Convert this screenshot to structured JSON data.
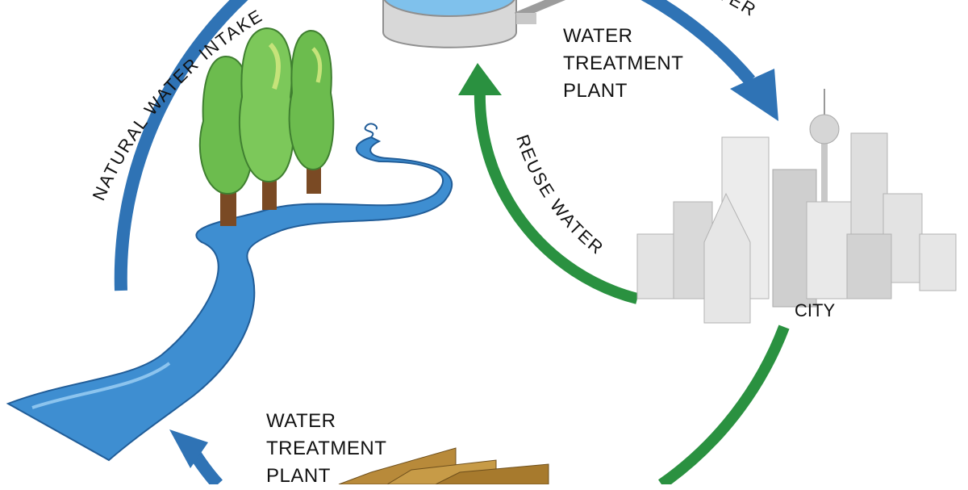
{
  "diagram": {
    "labels": {
      "natural_water_intake": "NATURAL WATER INTAKE",
      "potable_water_partial": "TER",
      "reuse_water": "REUSE WATER",
      "city": "CITY"
    },
    "treatment_plant_top": [
      "WATER",
      "TREATMENT",
      "PLANT"
    ],
    "treatment_plant_bottom": [
      "WATER",
      "TREATMENT",
      "PLANT"
    ]
  },
  "colors": {
    "blue_arrow": "#2f73b5",
    "green_arrow": "#2a9140",
    "river": "#3e8ed1",
    "river_dark": "#215d98",
    "tree_green": "#6cbc4e",
    "tree_trunk": "#7a4a24",
    "building_light": "#e3e3e3",
    "building_shade": "#b3b3b3",
    "plant_tank": "#d8d8d8",
    "tank_water": "#7fc1ec",
    "bottom_plant": "#b88a3a"
  }
}
